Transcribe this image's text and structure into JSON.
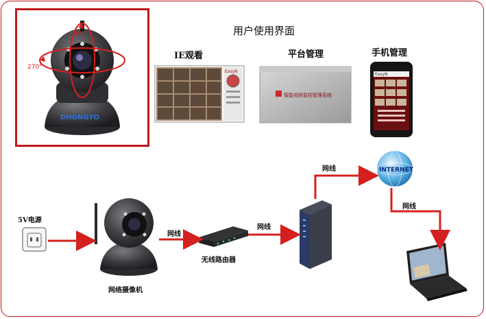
{
  "title": "用户使用界面",
  "labels": {
    "ie": "IE观看",
    "platform": "平台管理",
    "mobile": "手机管理",
    "power": "5V电源",
    "camera": "网络摄像机",
    "router": "无线路由器",
    "internet": "INTERNET",
    "line1": "网线",
    "line2": "网线",
    "line3": "网线",
    "line4": "网线",
    "deg90": "90°",
    "deg270": "270°",
    "brand": "DHONGYO",
    "easyn": "EasyN",
    "platform_screen_text": "智能视频监控管理系统"
  },
  "colors": {
    "frame": "#c0181a",
    "arrow": "#d4201e",
    "camera_dark": "#3c3c40",
    "phone_dark": "#6b1010"
  }
}
